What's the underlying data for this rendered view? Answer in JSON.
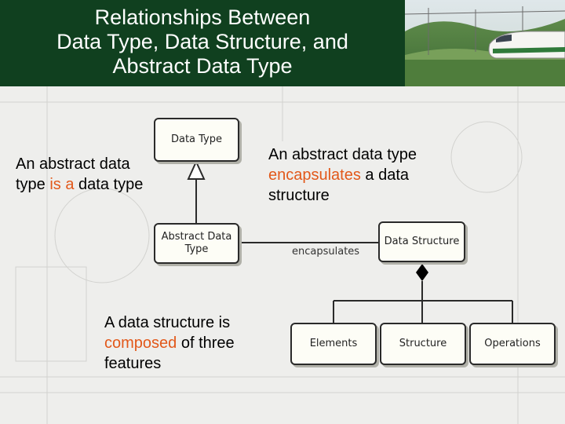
{
  "slide": {
    "title": "Relationships Between\nData Type, Data Structure, and\nAbstract Data Type",
    "colors": {
      "title_bg": "#10401f",
      "title_text": "#ffffff",
      "highlight": "#e2581a"
    }
  },
  "captions": {
    "left": {
      "before": "An abstract data type ",
      "highlight": "is a",
      "after": " data type"
    },
    "right": {
      "before": "An abstract data type ",
      "highlight": "encapsulates",
      "after": " a data structure"
    },
    "bottom": {
      "before": "A data structure is ",
      "highlight": "composed",
      "after": " of three features"
    }
  },
  "diagram": {
    "boxes": {
      "data_type": "Data Type",
      "abstract_data_type": "Abstract Data\nType",
      "data_structure": "Data Structure",
      "elements": "Elements",
      "structure": "Structure",
      "operations": "Operations"
    },
    "encapsulates_label": "encapsulates"
  }
}
